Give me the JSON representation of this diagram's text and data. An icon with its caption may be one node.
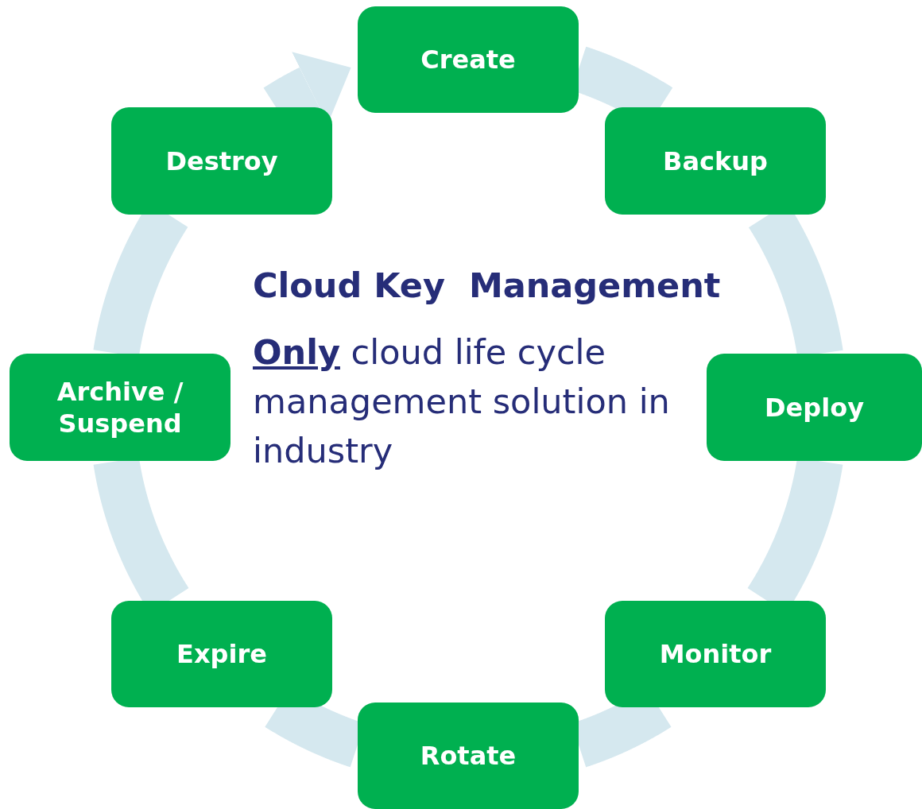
{
  "diagram": {
    "title": "Cloud Key  Management",
    "nodes": [
      {
        "text": [
          "Create"
        ]
      },
      {
        "text": [
          "Backup"
        ]
      },
      {
        "text": [
          "Deploy"
        ]
      },
      {
        "text": [
          "Monitor"
        ]
      },
      {
        "text": [
          "Rotate"
        ]
      },
      {
        "text": [
          "Expire"
        ]
      },
      {
        "text": [
          "Archive / Suspend"
        ]
      },
      {
        "text": [
          "Destroy"
        ]
      }
    ],
    "edges": [
      {
        "from": 0,
        "to": 1,
        "arrow": "none",
        "color": "#d5e8ef"
      },
      {
        "from": 1,
        "to": 2,
        "arrow": "none",
        "color": "#d5e8ef"
      },
      {
        "from": 2,
        "to": 3,
        "arrow": "none",
        "color": "#d5e8ef"
      },
      {
        "from": 3,
        "to": 4,
        "arrow": "none",
        "color": "#d5e8ef"
      },
      {
        "from": 4,
        "to": 5,
        "arrow": "none",
        "color": "#d5e8ef"
      },
      {
        "from": 5,
        "to": 6,
        "arrow": "none",
        "color": "#d5e8ef"
      },
      {
        "from": 6,
        "to": 7,
        "arrow": "none",
        "color": "#d5e8ef"
      },
      {
        "from": 7,
        "to": 0,
        "arrow": "to",
        "color": "#d5e8ef"
      }
    ],
    "labels": [
      "**Only** cloud life cycle management solution in industry"
    ]
  }
}
